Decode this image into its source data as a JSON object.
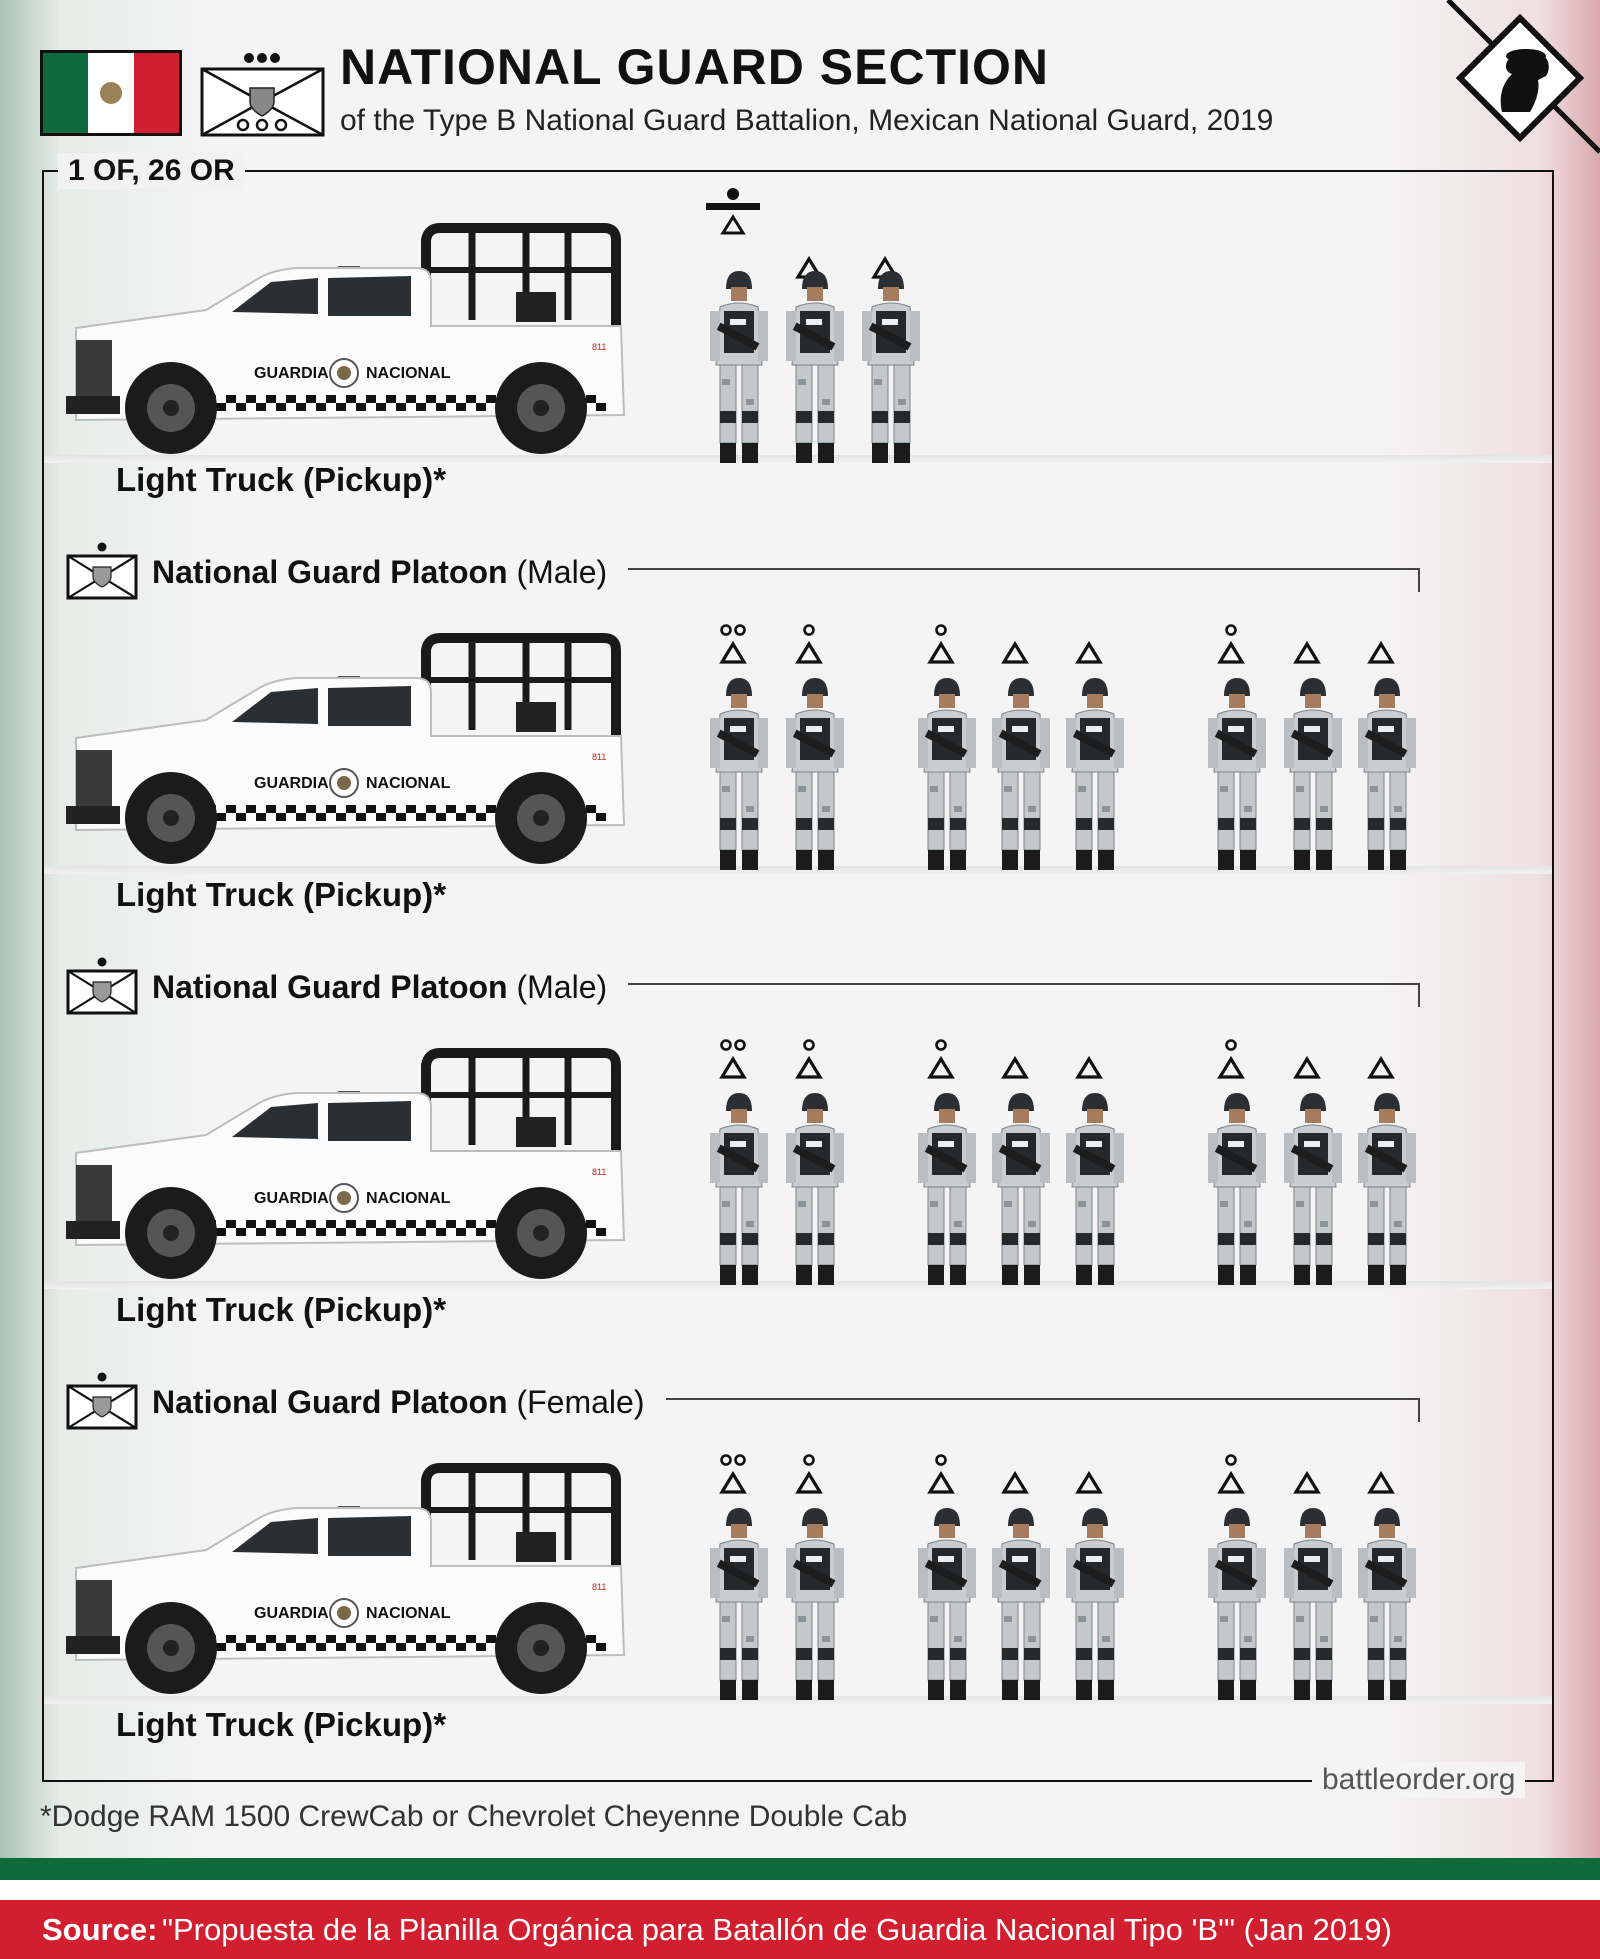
{
  "header": {
    "title": "NATIONAL GUARD SECTION",
    "subtitle": "of the Type B National Guard Battalion, Mexican National Guard, 2019",
    "flag": "mexico-flag",
    "unit_symbol": "section-symbol",
    "logo": "battleorder-logo"
  },
  "section": {
    "strength_label": "1 OF, 26 OR",
    "watermark": "battleorder.org",
    "footnote": "*Dodge RAM 1500 CrewCab or Chevrolet Cheyenne Double Cab"
  },
  "hq": {
    "vehicle_label": "Light Truck (Pickup)*",
    "truck_text_left": "GUARDIA",
    "truck_text_right": "NACIONAL",
    "truck_number": "811"
  },
  "platoons": [
    {
      "name": "National Guard Platoon",
      "qualifier": "(Male)",
      "vehicle_label": "Light Truck (Pickup)*",
      "truck_text_left": "GUARDIA",
      "truck_text_right": "NACIONAL",
      "truck_number": "811"
    },
    {
      "name": "National Guard Platoon",
      "qualifier": "(Male)",
      "vehicle_label": "Light Truck (Pickup)*",
      "truck_text_left": "GUARDIA",
      "truck_text_right": "NACIONAL",
      "truck_number": "811"
    },
    {
      "name": "National Guard Platoon",
      "qualifier": "(Female)",
      "vehicle_label": "Light Truck (Pickup)*",
      "truck_text_left": "GUARDIA",
      "truck_text_right": "NACIONAL",
      "truck_number": "811"
    }
  ],
  "footer": {
    "source_label": "Source:",
    "source_text": "\"Propuesta de la Planilla Orgánica para Batallón de Guardia Nacional Tipo 'B'\" (Jan 2019)",
    "colors": {
      "green": "#0f6b3c",
      "red": "#d21f2f",
      "border": "#111111"
    }
  }
}
